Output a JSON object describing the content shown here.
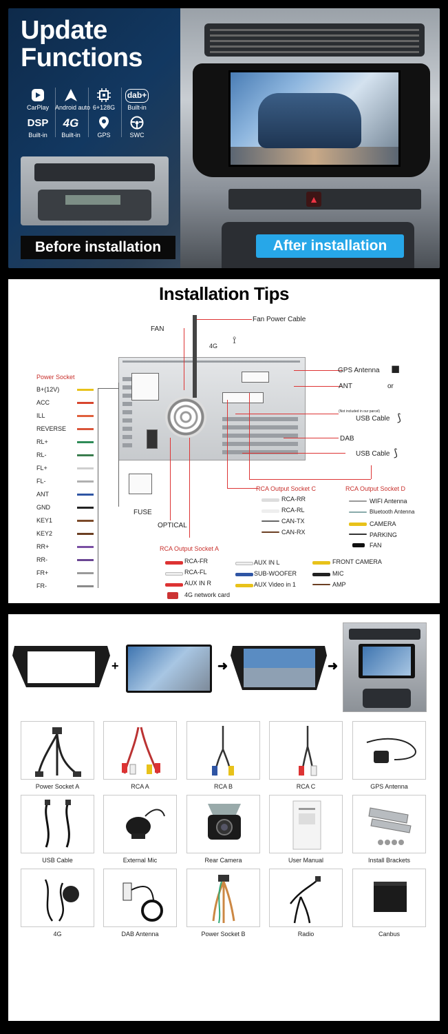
{
  "section1": {
    "title_line1": "Update",
    "title_line2": "Functions",
    "features": [
      {
        "icon": "carplay-icon",
        "label": "CarPlay"
      },
      {
        "icon": "android-auto-icon",
        "label": "Android auto"
      },
      {
        "icon": "chip-icon",
        "label": "6+128G"
      },
      {
        "icon": "dab-icon",
        "glyph": "dab+",
        "label": "Built-in"
      },
      {
        "icon": "dsp-icon",
        "glyph": "DSP",
        "label": "Built-in"
      },
      {
        "icon": "4g-icon",
        "glyph": "4G",
        "label": "Built-in"
      },
      {
        "icon": "gps-icon",
        "label": "GPS"
      },
      {
        "icon": "steering-wheel-icon",
        "label": "SWC"
      }
    ],
    "before_label": "Before installation",
    "after_label": "After installation",
    "accent_color": "#27a7e8"
  },
  "section2": {
    "title": "Installation Tips",
    "fan_power_cable": "Fan Power Cable",
    "fan": "FAN",
    "label_4g": "4G",
    "gps_antenna": "GPS Antenna",
    "ant": "ANT",
    "or": "or",
    "not_included": "(Not included in our parcel)",
    "usb_cable_1": "USB Cable",
    "dab": "DAB",
    "usb_cable_2": "USB Cable",
    "fuse": "FUSE",
    "optical": "OPTICAL",
    "power_socket_title": "Power Socket",
    "power_socket_pins": [
      {
        "label": "B+(12V)",
        "color": "#e8c21a"
      },
      {
        "label": "ACC",
        "color": "#d8462e"
      },
      {
        "label": "ILL",
        "color": "#e0603d"
      },
      {
        "label": "REVERSE",
        "color": "#d9553a"
      },
      {
        "label": "RL+",
        "color": "#2e8b57"
      },
      {
        "label": "RL-",
        "color": "#3a7d4e"
      },
      {
        "label": "FL+",
        "color": "#cfcfcf"
      },
      {
        "label": "FL-",
        "color": "#b0b0b0"
      },
      {
        "label": "ANT",
        "color": "#2f55a4"
      },
      {
        "label": "GND",
        "color": "#222222"
      },
      {
        "label": "KEY1",
        "color": "#7b4a2a"
      },
      {
        "label": "KEY2",
        "color": "#6b3f22"
      },
      {
        "label": "RR+",
        "color": "#7a4fa3"
      },
      {
        "label": "RR-",
        "color": "#6a4593"
      },
      {
        "label": "FR+",
        "color": "#9a9a9a"
      },
      {
        "label": "FR-",
        "color": "#8a8a8a"
      }
    ],
    "rca_c_title": "RCA Output Socket C",
    "rca_c_items": [
      "RCA-RR",
      "RCA-RL",
      "CAN-TX",
      "CAN-RX"
    ],
    "rca_d_title": "RCA Output Socket D",
    "rca_d_items": [
      "WIFI Antenna",
      "Bluetooth Antenna",
      "CAMERA",
      "PARKING",
      "FAN"
    ],
    "rca_a_title": "RCA Output Socket A",
    "rca_a_items": [
      "RCA-FR",
      "RCA-FL",
      "AUX IN R",
      "4G network card"
    ],
    "rca_b_items": [
      "AUX IN L",
      "SUB-WOOFER",
      "AUX Video in 1"
    ],
    "rca_e_items": [
      "FRONT CAMERA",
      "MIC",
      "AMP"
    ],
    "accent_color": "#c8302c"
  },
  "section3": {
    "plus": "+",
    "arrow": "➜",
    "items": [
      {
        "icon": "power-socket-a-icon",
        "label": "Power Socket A"
      },
      {
        "icon": "rca-a-icon",
        "label": "RCA  A"
      },
      {
        "icon": "rca-b-icon",
        "label": "RCA  B"
      },
      {
        "icon": "rca-c-icon",
        "label": "RCA  C"
      },
      {
        "icon": "gps-antenna-icon",
        "label": "GPS Antenna"
      },
      {
        "icon": "usb-cable-icon",
        "label": "USB Cable"
      },
      {
        "icon": "external-mic-icon",
        "label": "External Mic"
      },
      {
        "icon": "rear-camera-icon",
        "label": "Rear Camera"
      },
      {
        "icon": "user-manual-icon",
        "label": "User Manual"
      },
      {
        "icon": "install-brackets-icon",
        "label": "Install Brackets"
      },
      {
        "icon": "4g-antenna-icon",
        "label": "4G"
      },
      {
        "icon": "dab-antenna-icon",
        "label": "DAB Antenna"
      },
      {
        "icon": "power-socket-b-icon",
        "label": "Power Socket B"
      },
      {
        "icon": "radio-cable-icon",
        "label": "Radio"
      },
      {
        "icon": "canbus-icon",
        "label": "Canbus"
      }
    ]
  }
}
